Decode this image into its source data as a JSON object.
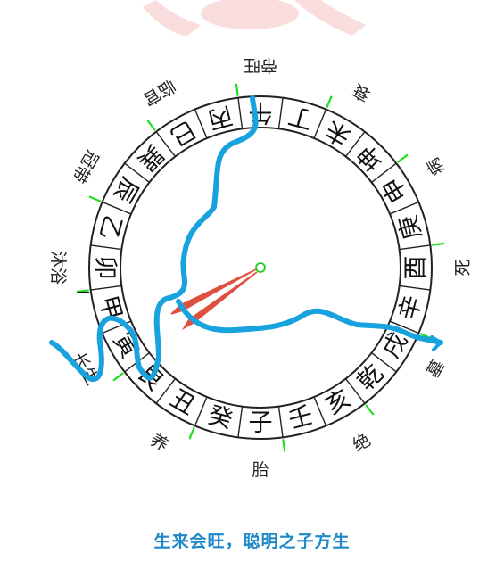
{
  "ring_chars": [
    "丙",
    "巳",
    "巽",
    "辰",
    "乙",
    "卯",
    "甲",
    "寅",
    "艮",
    "丑",
    "癸",
    "子",
    "壬",
    "亥",
    "乾",
    "戌",
    "辛",
    "酉",
    "庚",
    "申",
    "坤",
    "未",
    "丁",
    "午"
  ],
  "stages": [
    {
      "label": "帝旺",
      "color": "#e03030"
    },
    {
      "label": "衰",
      "color": "#222222"
    },
    {
      "label": "病",
      "color": "#222222"
    },
    {
      "label": "死",
      "color": "#222222"
    },
    {
      "label": "墓",
      "color": "#e03030"
    },
    {
      "label": "绝",
      "color": "#222222"
    },
    {
      "label": "胎",
      "color": "#222222"
    },
    {
      "label": "养",
      "color": "#222222"
    },
    {
      "label": "长生",
      "color": "#e03030"
    },
    {
      "label": "沐浴",
      "color": "#222222"
    },
    {
      "label": "冠带",
      "color": "#222222"
    },
    {
      "label": "临官",
      "color": "#222222"
    }
  ],
  "caption": "生来会旺，聪明之子方生",
  "watermark": "",
  "colors": {
    "water": "#19a3de",
    "arrow": "#e05040",
    "tick": "#22dd22",
    "center": "#22cc22",
    "caption": "#1e88c8",
    "red_label": "#e03030"
  }
}
